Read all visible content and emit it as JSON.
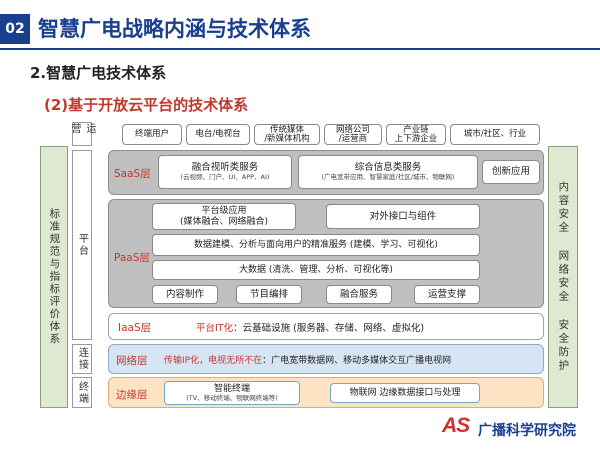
{
  "header": {
    "section_number": "02",
    "title": "智慧广电战略内涵与技术体系",
    "subtitle": "2.智慧广电技术体系",
    "subsubtitle": "(2)基于开放云平台的技术体系"
  },
  "left_side": {
    "text": "标准规范与指标评价体系"
  },
  "right_side": {
    "text": "内容安全 网络安全 安全防护"
  },
  "row_labels": {
    "ops": "运营",
    "platform": "平台",
    "connect": "连接",
    "terminal": "终端"
  },
  "ops_row": [
    "终端用户",
    "电台/电视台",
    "传统媒体\n/新媒体机构",
    "网络公司\n/运营商",
    "产业链\n上下游企业",
    "城市/社区、行业"
  ],
  "saas": {
    "label": "SaaS层",
    "box1_title": "融合视听类服务",
    "box1_sub": "(云视频、门户、UI、APP、AI)",
    "box2_title": "综合信息类服务",
    "box2_sub": "(广电宽带应用、智慧家庭/社区/城市、物联网)",
    "box3": "创新应用"
  },
  "paas": {
    "label": "PaaS层",
    "platform_app": "平台级应用\n(媒体融合、网络融合)",
    "external_api": "对外接口与组件",
    "data_modeling": "数据建模、分析与面向用户的精准服务 (建模、学习、可视化)",
    "big_data": "大数据 (清洗、管理、分析、可视化等)",
    "bottom": [
      "内容制作",
      "节目编排",
      "融合服务",
      "运营支撑"
    ]
  },
  "iaas": {
    "label": "IaaS层",
    "highlight": "平台IT化",
    "text": "：云基础设施 (服务器、存储、网络、虚拟化)"
  },
  "network": {
    "label": "网络层",
    "highlight": "传输IP化，电视无所不在",
    "text": "：广电宽带数据网、移动多媒体交互广播电视网"
  },
  "edge": {
    "label": "边缘层",
    "box1_title": "智能终端",
    "box1_sub": "(TV、移动终端、物联网终端等)",
    "box2": "物联网 边缘数据接口与处理"
  },
  "logo": {
    "mark": "AS",
    "name": "广播科学研究院"
  }
}
